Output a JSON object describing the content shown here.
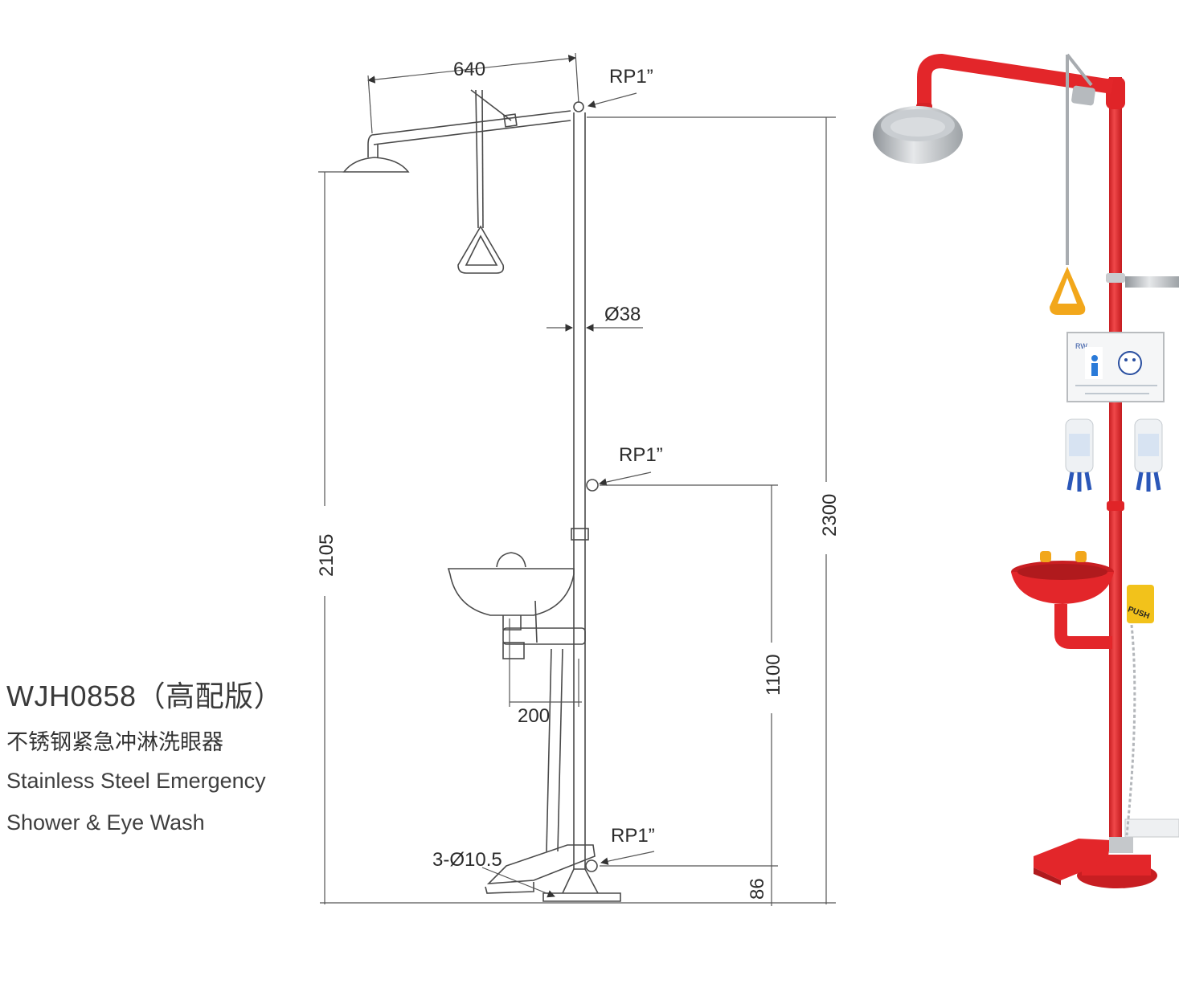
{
  "product": {
    "model": "WJH0858（高配版）",
    "name_cn": "不锈钢紧急冲淋洗眼器",
    "name_en_line1": "Stainless Steel Emergency",
    "name_en_line2": "Shower & Eye Wash"
  },
  "dimensions": {
    "width_arm": "640",
    "inlet_top": "RP1”",
    "pipe_diameter": "Ø38",
    "inlet_mid": "RP1”",
    "total_height": "2300",
    "shower_height": "2105",
    "eyewash_height": "1100",
    "bowl_offset": "200",
    "inlet_bottom": "RP1”",
    "base_holes": "3-Ø10.5",
    "bottom_inlet_height": "86"
  },
  "photo": {
    "sign_brand": "RW",
    "valve_label": "PUSH",
    "colors": {
      "pipe": "#e3262a",
      "steel": "#b8bcc0",
      "handle": "#f2a71b",
      "nozzle": "#2b57b8"
    }
  }
}
